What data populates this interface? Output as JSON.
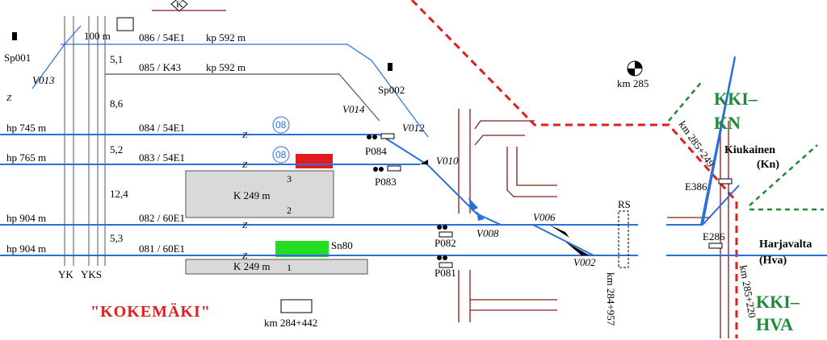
{
  "station_name": "\"KOKEMÄKI\"",
  "colors": {
    "track": "#2a6fdb",
    "boundary_red": "#e01e1e",
    "boundary_green": "#1e8a3a",
    "platform": "#d9d9d9",
    "occupied": "#e51b1b",
    "free": "#22dd22",
    "road": "#8b1a1a"
  },
  "top_symbol": "K",
  "tracks": [
    {
      "id": "086",
      "label": "086 / 54E1",
      "kp": "kp 592 m"
    },
    {
      "id": "085",
      "label": "085 / K43",
      "kp": "kp 592 m"
    },
    {
      "id": "084",
      "label": "084 / 54E1",
      "hp": "hp 745 m",
      "badge": "08"
    },
    {
      "id": "083",
      "label": "083 / 54E1",
      "hp": "hp 765 m",
      "badge": "08"
    },
    {
      "id": "082",
      "label": "082 / 60E1",
      "hp": "hp 904 m"
    },
    {
      "id": "081",
      "label": "081 / 60E1",
      "hp": "hp 904 m"
    }
  ],
  "dist_labels": [
    "100 m",
    "5,1",
    "8,6",
    "5,2",
    "12,4",
    "5,3"
  ],
  "platforms": [
    {
      "length": "K 249 m",
      "num_top": "3",
      "num_bottom": "2"
    },
    {
      "length": "K 249 m",
      "num": "1"
    }
  ],
  "sn_label": "Sn80",
  "switches": [
    "V013",
    "V014",
    "V012",
    "V010",
    "V008",
    "V006",
    "V002"
  ],
  "signals": [
    "Sp001",
    "Sp002",
    "P084",
    "P083",
    "P082",
    "P081",
    "E386",
    "E286"
  ],
  "yk": "YK",
  "yks": "YKS",
  "z": "Z",
  "km_labels": {
    "km285": "km 285",
    "km284_442": "km 284+442",
    "km284_957": "km 284+957",
    "km285_249": "km 285+249",
    "km285_220": "km 285+220"
  },
  "rs": "RS",
  "kiukainen": "Kiukainen",
  "kn": "(Kn)",
  "harjavalta": "Harjavalta",
  "hva": "(Hva)",
  "kki_kn": [
    "KKI–",
    "KN"
  ],
  "kki_hva": [
    "KKI–",
    "HVA"
  ]
}
